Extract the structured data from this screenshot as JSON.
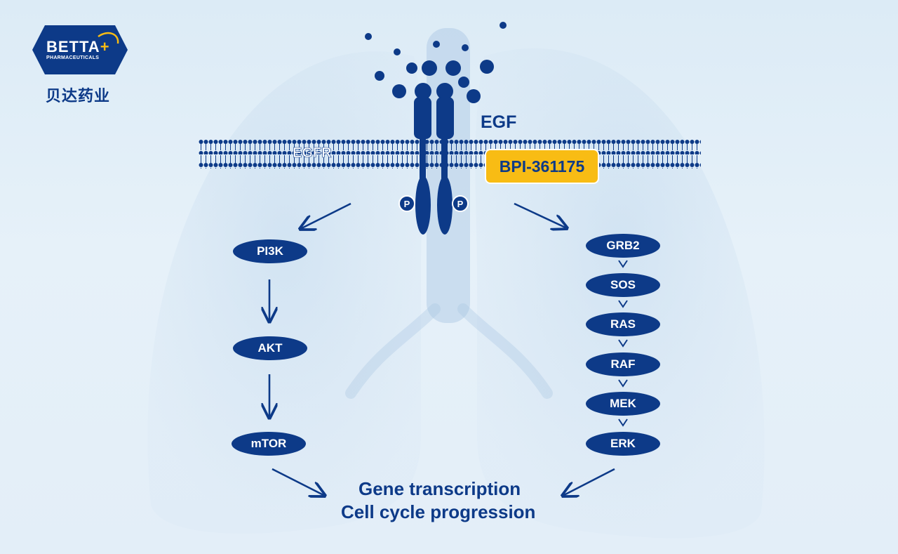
{
  "logo": {
    "brand": "BETTA",
    "plus": "+",
    "subtitle": "PHARMACEUTICALS",
    "chinese_name": "贝达药业"
  },
  "diagram": {
    "ligand_label": "EGF",
    "receptor_label": "EGFR",
    "drug_label": "BPI-361175",
    "phospho_label": "P",
    "left_pathway": [
      "PI3K",
      "AKT",
      "mTOR"
    ],
    "right_pathway": [
      "GRB2",
      "SOS",
      "RAS",
      "RAF",
      "MEK",
      "ERK"
    ],
    "outcome_line1": "Gene transcription",
    "outcome_line2": "Cell cycle progression"
  },
  "colors": {
    "navy": "#0d3a88",
    "drug_badge": "#f8bc14",
    "background": "#dcebf6",
    "lung_silhouette": "#a9c6e2"
  },
  "icons": [
    "betta-logo-icon",
    "lung-silhouette",
    "egf-ligand-dots",
    "egfr-receptor",
    "cell-membrane"
  ]
}
